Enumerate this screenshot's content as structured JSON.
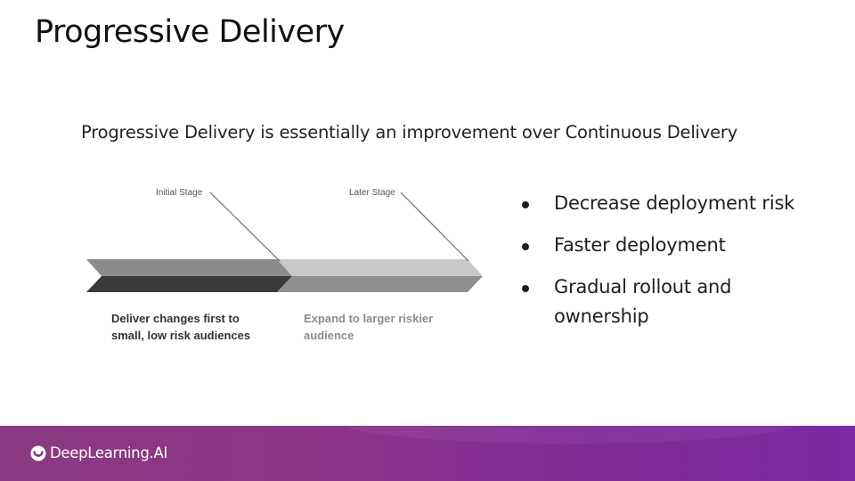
{
  "slide": {
    "title": "Progressive Delivery",
    "subtitle": "Progressive Delivery is essentially an improvement over Continuous Delivery"
  },
  "diagram": {
    "initial_stage": {
      "label": "Initial Stage",
      "caption": "Deliver changes first to small, low risk audiences"
    },
    "later_stage": {
      "label": "Later Stage",
      "caption": "Expand to larger riskier audience"
    }
  },
  "bullets": [
    {
      "text": "Decrease deployment risk"
    },
    {
      "text": "Faster deployment"
    },
    {
      "text": "Gradual rollout and ownership"
    }
  ],
  "footer": {
    "brand": "DeepLearning.AI",
    "icon": "deeplearning-logo-icon"
  },
  "colors": {
    "initial_arrow_top": "#8c8c8c",
    "initial_arrow_bottom": "#3a3a3a",
    "later_arrow_top": "#c8c8c8",
    "later_arrow_bottom": "#8f8f8f",
    "footer_start": "#8a3a82",
    "footer_end": "#7a2aa2"
  }
}
